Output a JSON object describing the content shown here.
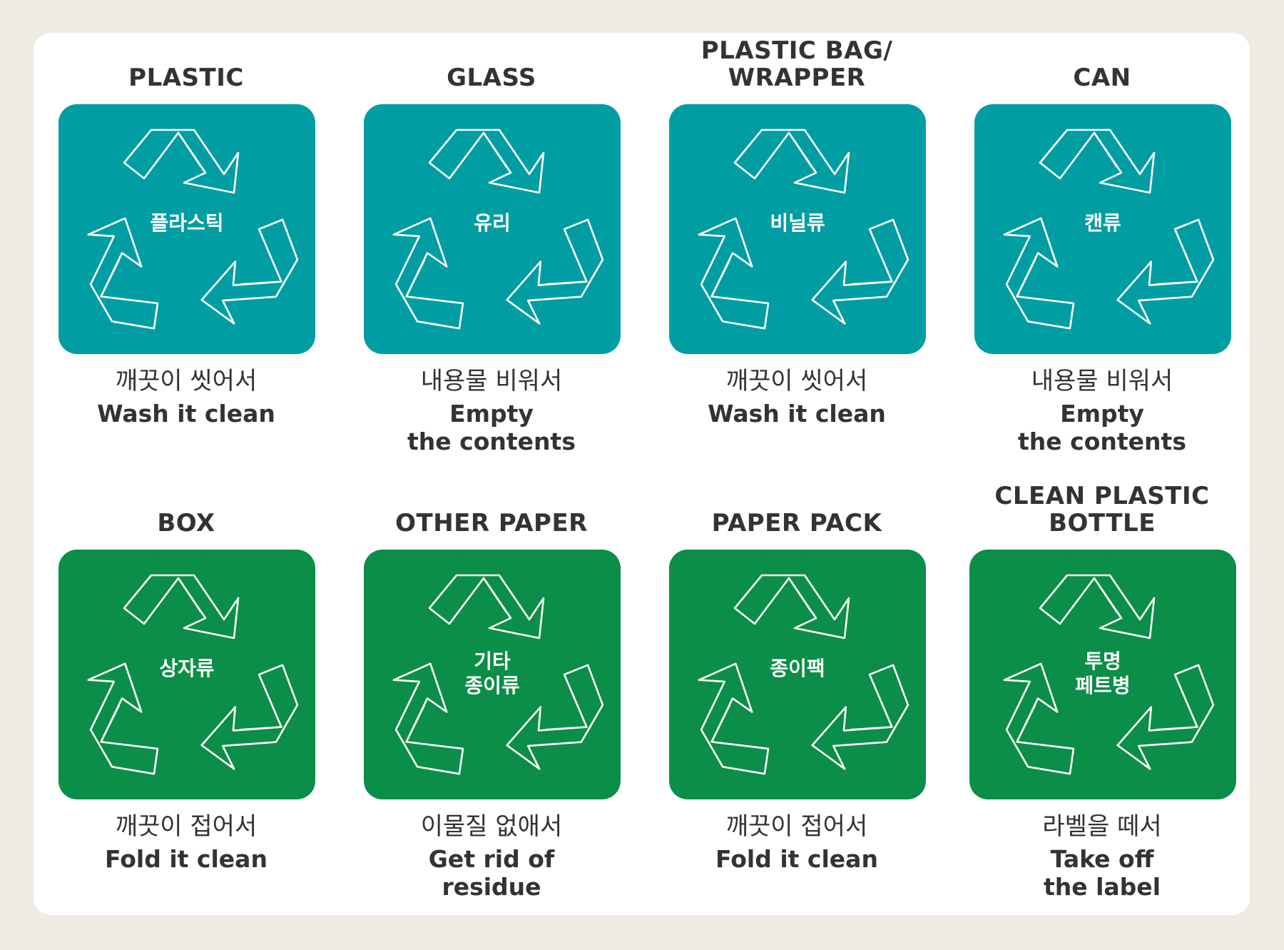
{
  "colors": {
    "background": "#edebe2",
    "panel": "#ffffff",
    "teal": "#009ea2",
    "green": "#0b8e47",
    "text": "#333333"
  },
  "icon": "recycle-icon",
  "items": [
    {
      "title": "PLASTIC",
      "tile_label": "플라스틱",
      "ko": "깨끗이 씻어서",
      "en": "Wash it clean",
      "color": "#009ea2"
    },
    {
      "title": "GLASS",
      "tile_label": "유리",
      "ko": "내용물 비워서",
      "en": "Empty\nthe contents",
      "color": "#009ea2"
    },
    {
      "title": "PLASTIC BAG/\nWRAPPER",
      "tile_label": "비닐류",
      "ko": "깨끗이 씻어서",
      "en": "Wash it clean",
      "color": "#009ea2"
    },
    {
      "title": "CAN",
      "tile_label": "캔류",
      "ko": "내용물 비워서",
      "en": "Empty\nthe contents",
      "color": "#009ea2"
    },
    {
      "title": "BOX",
      "tile_label": "상자류",
      "ko": "깨끗이 접어서",
      "en": "Fold it clean",
      "color": "#0b8e47"
    },
    {
      "title": "OTHER PAPER",
      "tile_label": "기타\n종이류",
      "ko": "이물질 없애서",
      "en": "Get rid of\nresidue",
      "color": "#0b8e47"
    },
    {
      "title": "PAPER PACK",
      "tile_label": "종이팩",
      "ko": "깨끗이 접어서",
      "en": "Fold it clean",
      "color": "#0b8e47"
    },
    {
      "title": "CLEAN PLASTIC\nBOTTLE",
      "tile_label": "투명\n페트병",
      "ko": "라벨을 떼서",
      "en": "Take off\nthe label",
      "color": "#0b8e47"
    }
  ]
}
